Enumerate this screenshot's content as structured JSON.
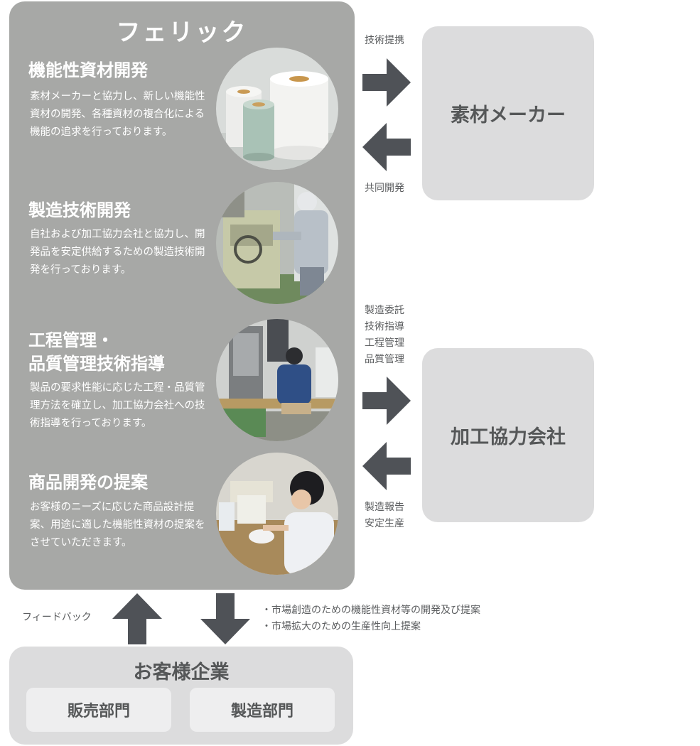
{
  "company": {
    "title": "フェリック"
  },
  "sections": [
    {
      "title": "機能性資材開発",
      "desc": "素材メーカーと協力し、新しい機能性資材の開発、各種資材の複合化による機能の追求を行っております。"
    },
    {
      "title": "製造技術開発",
      "desc": "自社および加工協力会社と協力し、開発品を安定供給するための製造技術開発を行っております。"
    },
    {
      "title_line1": "工程管理・",
      "title_line2": "品質管理技術指導",
      "desc": "製品の要求性能に応じた工程・品質管理方法を確立し、加工協力会社への技術指導を行っております。"
    },
    {
      "title": "商品開発の提案",
      "desc": "お客様のニーズに応じた商品設計提案、用途に適した機能性資材の提案をさせていただきます。"
    }
  ],
  "material_maker": {
    "name": "素材メーカー",
    "arrow_out_label": "技術提携",
    "arrow_in_label": "共同開発"
  },
  "partner": {
    "name": "加工協力会社",
    "out_labels": [
      "製造委託",
      "技術指導",
      "工程管理",
      "品質管理"
    ],
    "in_labels": [
      "製造報告",
      "安定生産"
    ]
  },
  "feedback_label": "フィードバック",
  "proposals": [
    "・市場創造のための機能性資材等の開発及び提案",
    "・市場拡大のための生産性向上提案"
  ],
  "customer": {
    "name": "お客様企業",
    "departments": [
      "販売部門",
      "製造部門"
    ]
  },
  "colors": {
    "panel": "#a7a8a6",
    "box": "#dcdcdd",
    "arrow": "#4f5257",
    "text_dark": "#555758"
  }
}
